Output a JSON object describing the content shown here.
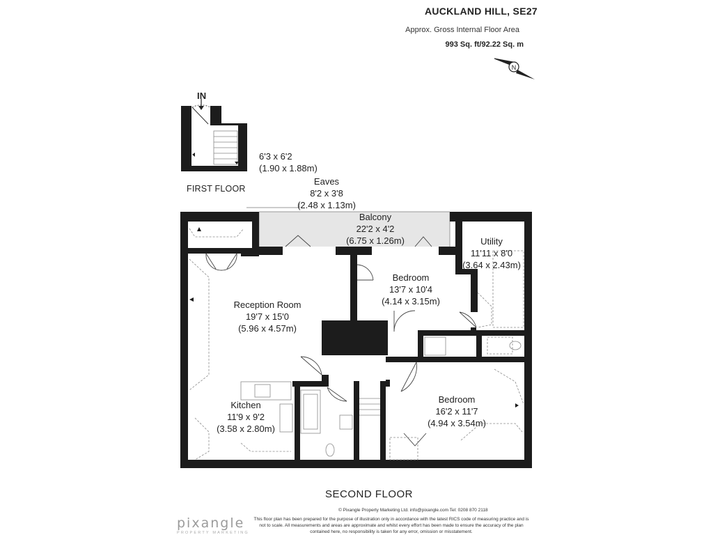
{
  "header": {
    "title": "AUCKLAND HILL, SE27",
    "subtitle": "Approx. Gross Internal Floor Area",
    "area": "993 Sq. ft/92.22 Sq. m"
  },
  "compass": {
    "icon": "north-arrow-icon",
    "letter": "N"
  },
  "first_floor": {
    "entrance": "IN",
    "hall": {
      "dims_imperial": "6'3 x 6'2",
      "dims_metric": "(1.90 x 1.88m)"
    },
    "label": "FIRST FLOOR"
  },
  "second_floor": {
    "label": "SECOND FLOOR",
    "rooms": {
      "eaves": {
        "name": "Eaves",
        "dims_imperial": "8'2 x 3'8",
        "dims_metric": "(2.48 x 1.13m)"
      },
      "balcony": {
        "name": "Balcony",
        "dims_imperial": "22'2 x 4'2",
        "dims_metric": "(6.75 x 1.26m)"
      },
      "utility": {
        "name": "Utility",
        "dims_imperial": "11'11 x 8'0",
        "dims_metric": "(3.64 x 2.43m)"
      },
      "bedroom1": {
        "name": "Bedroom",
        "dims_imperial": "13'7 x 10'4",
        "dims_metric": "(4.14 x 3.15m)"
      },
      "reception": {
        "name": "Reception Room",
        "dims_imperial": "19'7 x 15'0",
        "dims_metric": "(5.96 x 4.57m)"
      },
      "kitchen": {
        "name": "Kitchen",
        "dims_imperial": "11'9 x 9'2",
        "dims_metric": "(3.58 x 2.80m)"
      },
      "bedroom2": {
        "name": "Bedroom",
        "dims_imperial": "16'2 x 11'7",
        "dims_metric": "(4.94 x 3.54m)"
      }
    }
  },
  "footer": {
    "copyright": "© Pixangle Property Marketing Ltd. info@pixangle.com Tel: 0208 870 2118",
    "disclaimer_line1": "This floor plan has been prepared for the purpose of illustration only in accordance with the latest RICS code of measuring practice and is",
    "disclaimer_line2": "not to scale. All measurements and areas are approximate and whilst every effort has been made to ensure the accuracy of the plan",
    "disclaimer_line3": "contained here, no responsibility is taken for any error, omission or misstatement."
  },
  "logo": {
    "name": "pixangle",
    "tagline": "PROPERTY MARKETING"
  },
  "colors": {
    "wall": "#1c1c1c",
    "balcony_fill": "#e6e6e6",
    "fixture_line": "#8a8a8a"
  }
}
